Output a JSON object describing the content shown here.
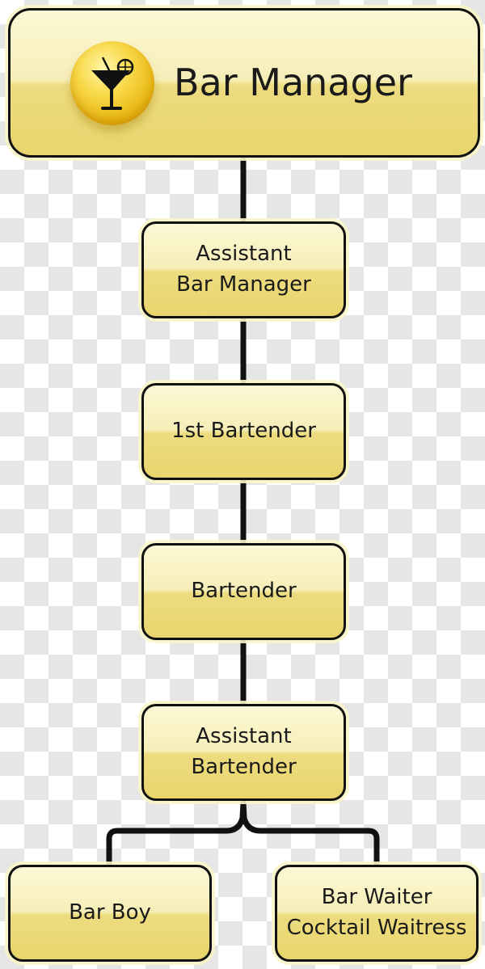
{
  "nodes": {
    "bar_manager": "Bar Manager",
    "assistant_bar_manager": [
      "Assistant",
      "Bar Manager"
    ],
    "first_bartender": "1st Bartender",
    "bartender": "Bartender",
    "assistant_bartender": [
      "Assistant",
      "Bartender"
    ],
    "bar_boy": "Bar Boy",
    "bar_waiter": [
      "Bar Waiter",
      "Cocktail Waitress"
    ]
  },
  "icon": "cocktail-glass-icon",
  "colors": {
    "box_fill_light": "#fdf8d6",
    "box_fill_dark": "#e9d56c",
    "border": "#111111",
    "icon_gold": "#f8d94a"
  }
}
